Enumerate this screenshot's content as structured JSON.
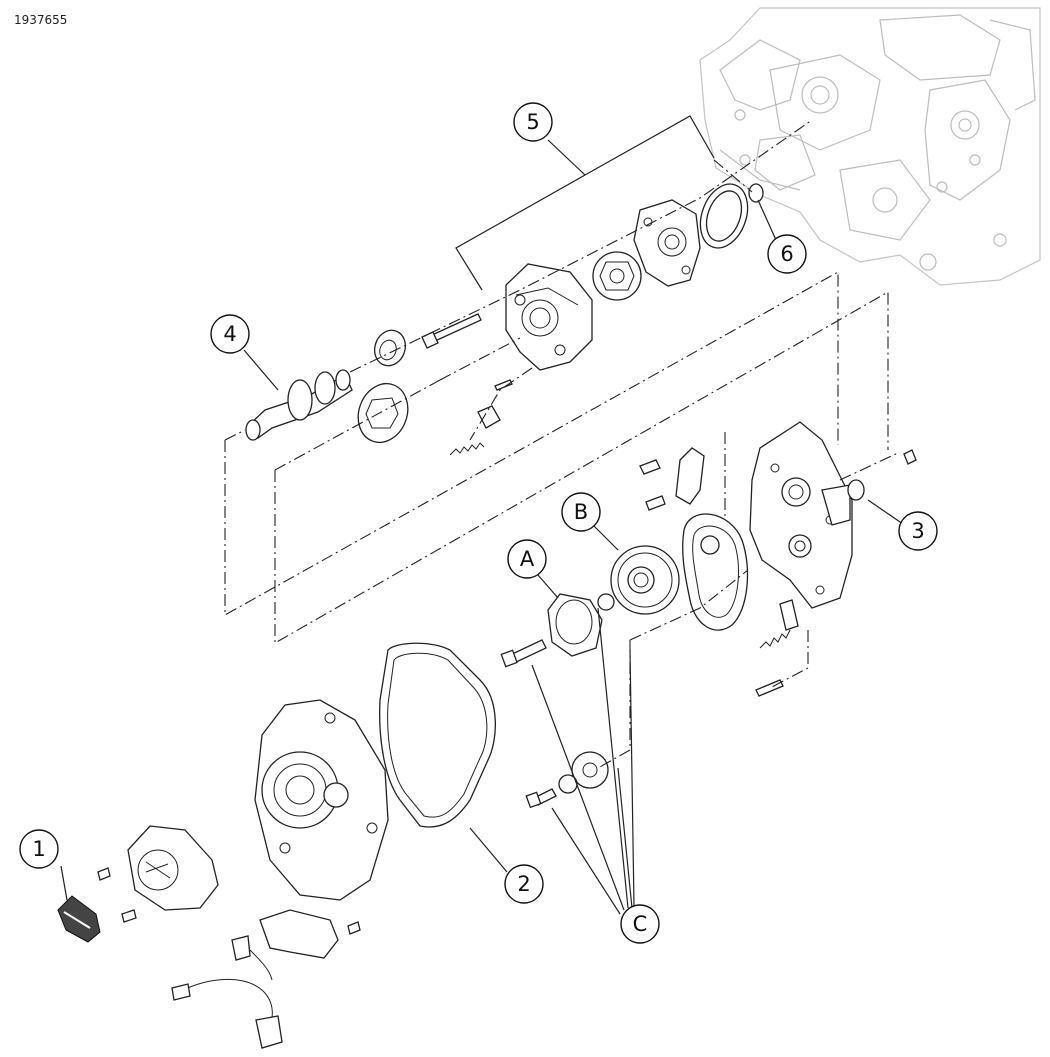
{
  "figure_id": "1937655",
  "callouts": [
    {
      "id": "c1",
      "label": "1"
    },
    {
      "id": "c2",
      "label": "2"
    },
    {
      "id": "c3",
      "label": "3"
    },
    {
      "id": "c4",
      "label": "4"
    },
    {
      "id": "c5",
      "label": "5"
    },
    {
      "id": "c6",
      "label": "6"
    },
    {
      "id": "cA",
      "label": "A"
    },
    {
      "id": "cB",
      "label": "B"
    },
    {
      "id": "cC",
      "label": "C"
    }
  ],
  "colors": {
    "line": "#222222",
    "ghost_engine": "#bdbdbd",
    "background": "#ffffff"
  }
}
